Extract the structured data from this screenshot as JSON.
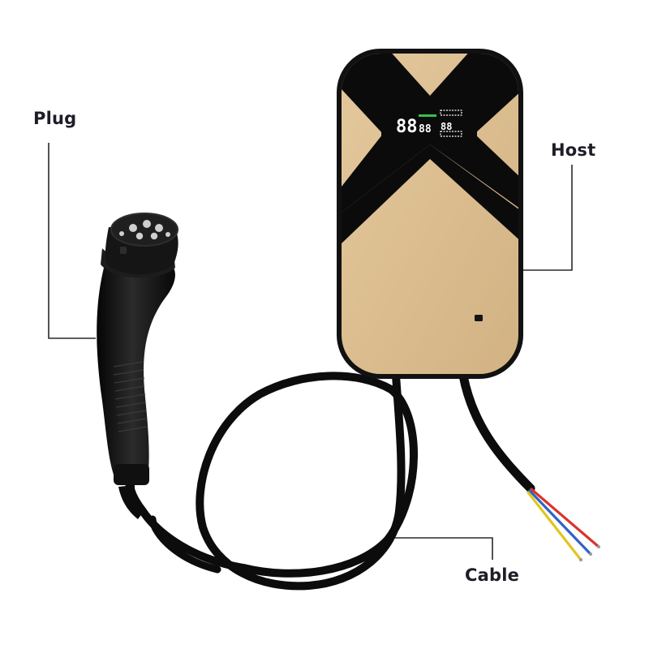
{
  "labels": {
    "plug": "Plug",
    "host": "Host",
    "cable": "Cable"
  },
  "display": {
    "main_digits": "88",
    "small_digits": "88",
    "right_digits": "88"
  },
  "colors": {
    "panel_tan": "#dcbd8f",
    "body_black": "#0d0d0d",
    "display_white": "#ffffff",
    "display_green": "#35c24a",
    "wire_red": "#d8342c",
    "wire_blue": "#2f63c8",
    "wire_yellow": "#e3c51c",
    "label_text": "#1d1d28",
    "leader_line": "#2a2a2a"
  }
}
